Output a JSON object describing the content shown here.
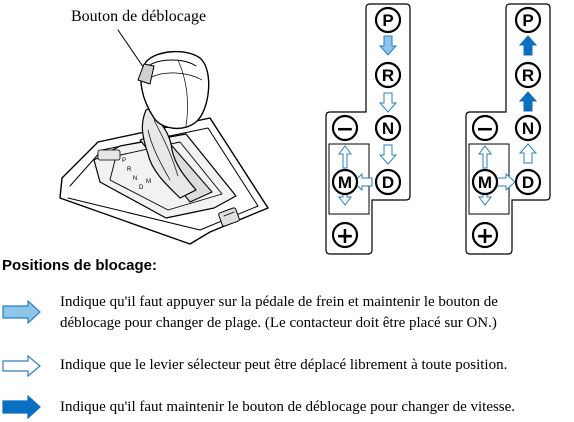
{
  "release_button_label": "Bouton de déblocage",
  "shift_gate": {
    "letters": {
      "p": "P",
      "r": "R",
      "n": "N",
      "d": "D",
      "m": "M",
      "minus": "−",
      "plus": "+"
    }
  },
  "legend": {
    "title": "Positions de blocage:",
    "items": [
      {
        "arrow_style": "light-blue-outlined",
        "text_line1": "Indique qu'il faut appuyer sur la pédale de frein et maintenir le bouton de",
        "text_line2": "déblocage pour changer de plage. (Le contacteur doit être placé sur ON.)"
      },
      {
        "arrow_style": "white-outlined",
        "text_line1": "Indique que le levier sélecteur peut être déplacé librement à toute position.",
        "text_line2": ""
      },
      {
        "arrow_style": "solid-blue",
        "text_line1": "Indique qu'il faut maintenir le bouton de déblocage pour changer de vitesse.",
        "text_line2": ""
      }
    ]
  },
  "colors": {
    "light_blue": "#8cc4ea",
    "solid_blue": "#0a6fc0",
    "outline": "#2c7fbf",
    "ink": "#000000"
  }
}
